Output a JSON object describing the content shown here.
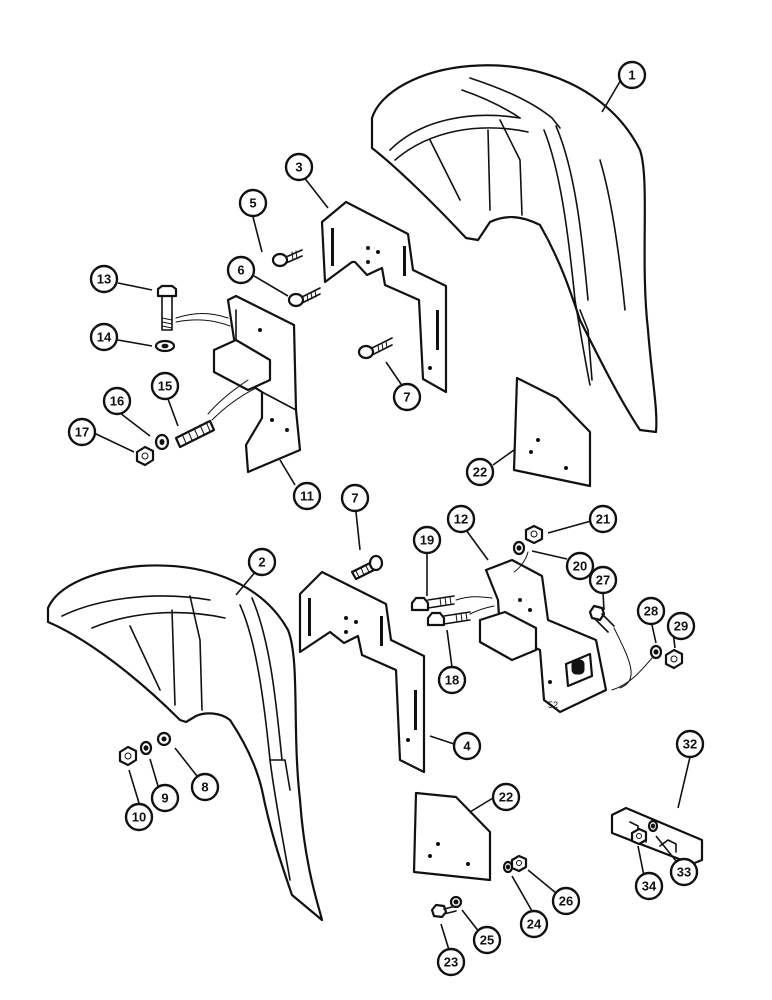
{
  "callouts": [
    {
      "id": "c1",
      "label": "1"
    },
    {
      "id": "c2",
      "label": "2"
    },
    {
      "id": "c3",
      "label": "3"
    },
    {
      "id": "c4",
      "label": "4"
    },
    {
      "id": "c5",
      "label": "5"
    },
    {
      "id": "c6",
      "label": "6"
    },
    {
      "id": "c7a",
      "label": "7"
    },
    {
      "id": "c7b",
      "label": "7"
    },
    {
      "id": "c8",
      "label": "8"
    },
    {
      "id": "c9",
      "label": "9"
    },
    {
      "id": "c10",
      "label": "10"
    },
    {
      "id": "c11",
      "label": "11"
    },
    {
      "id": "c12",
      "label": "12"
    },
    {
      "id": "c13",
      "label": "13"
    },
    {
      "id": "c14",
      "label": "14"
    },
    {
      "id": "c15",
      "label": "15"
    },
    {
      "id": "c16",
      "label": "16"
    },
    {
      "id": "c17",
      "label": "17"
    },
    {
      "id": "c18",
      "label": "18"
    },
    {
      "id": "c19",
      "label": "19"
    },
    {
      "id": "c20",
      "label": "20"
    },
    {
      "id": "c21",
      "label": "21"
    },
    {
      "id": "c22a",
      "label": "22"
    },
    {
      "id": "c22b",
      "label": "22"
    },
    {
      "id": "c23",
      "label": "23"
    },
    {
      "id": "c24",
      "label": "24"
    },
    {
      "id": "c25",
      "label": "25"
    },
    {
      "id": "c26",
      "label": "26"
    },
    {
      "id": "c27",
      "label": "27"
    },
    {
      "id": "c28",
      "label": "28"
    },
    {
      "id": "c29",
      "label": "29"
    },
    {
      "id": "c32",
      "label": "32"
    },
    {
      "id": "c33",
      "label": "33"
    },
    {
      "id": "c34",
      "label": "34"
    }
  ],
  "bracket_marking": "52"
}
